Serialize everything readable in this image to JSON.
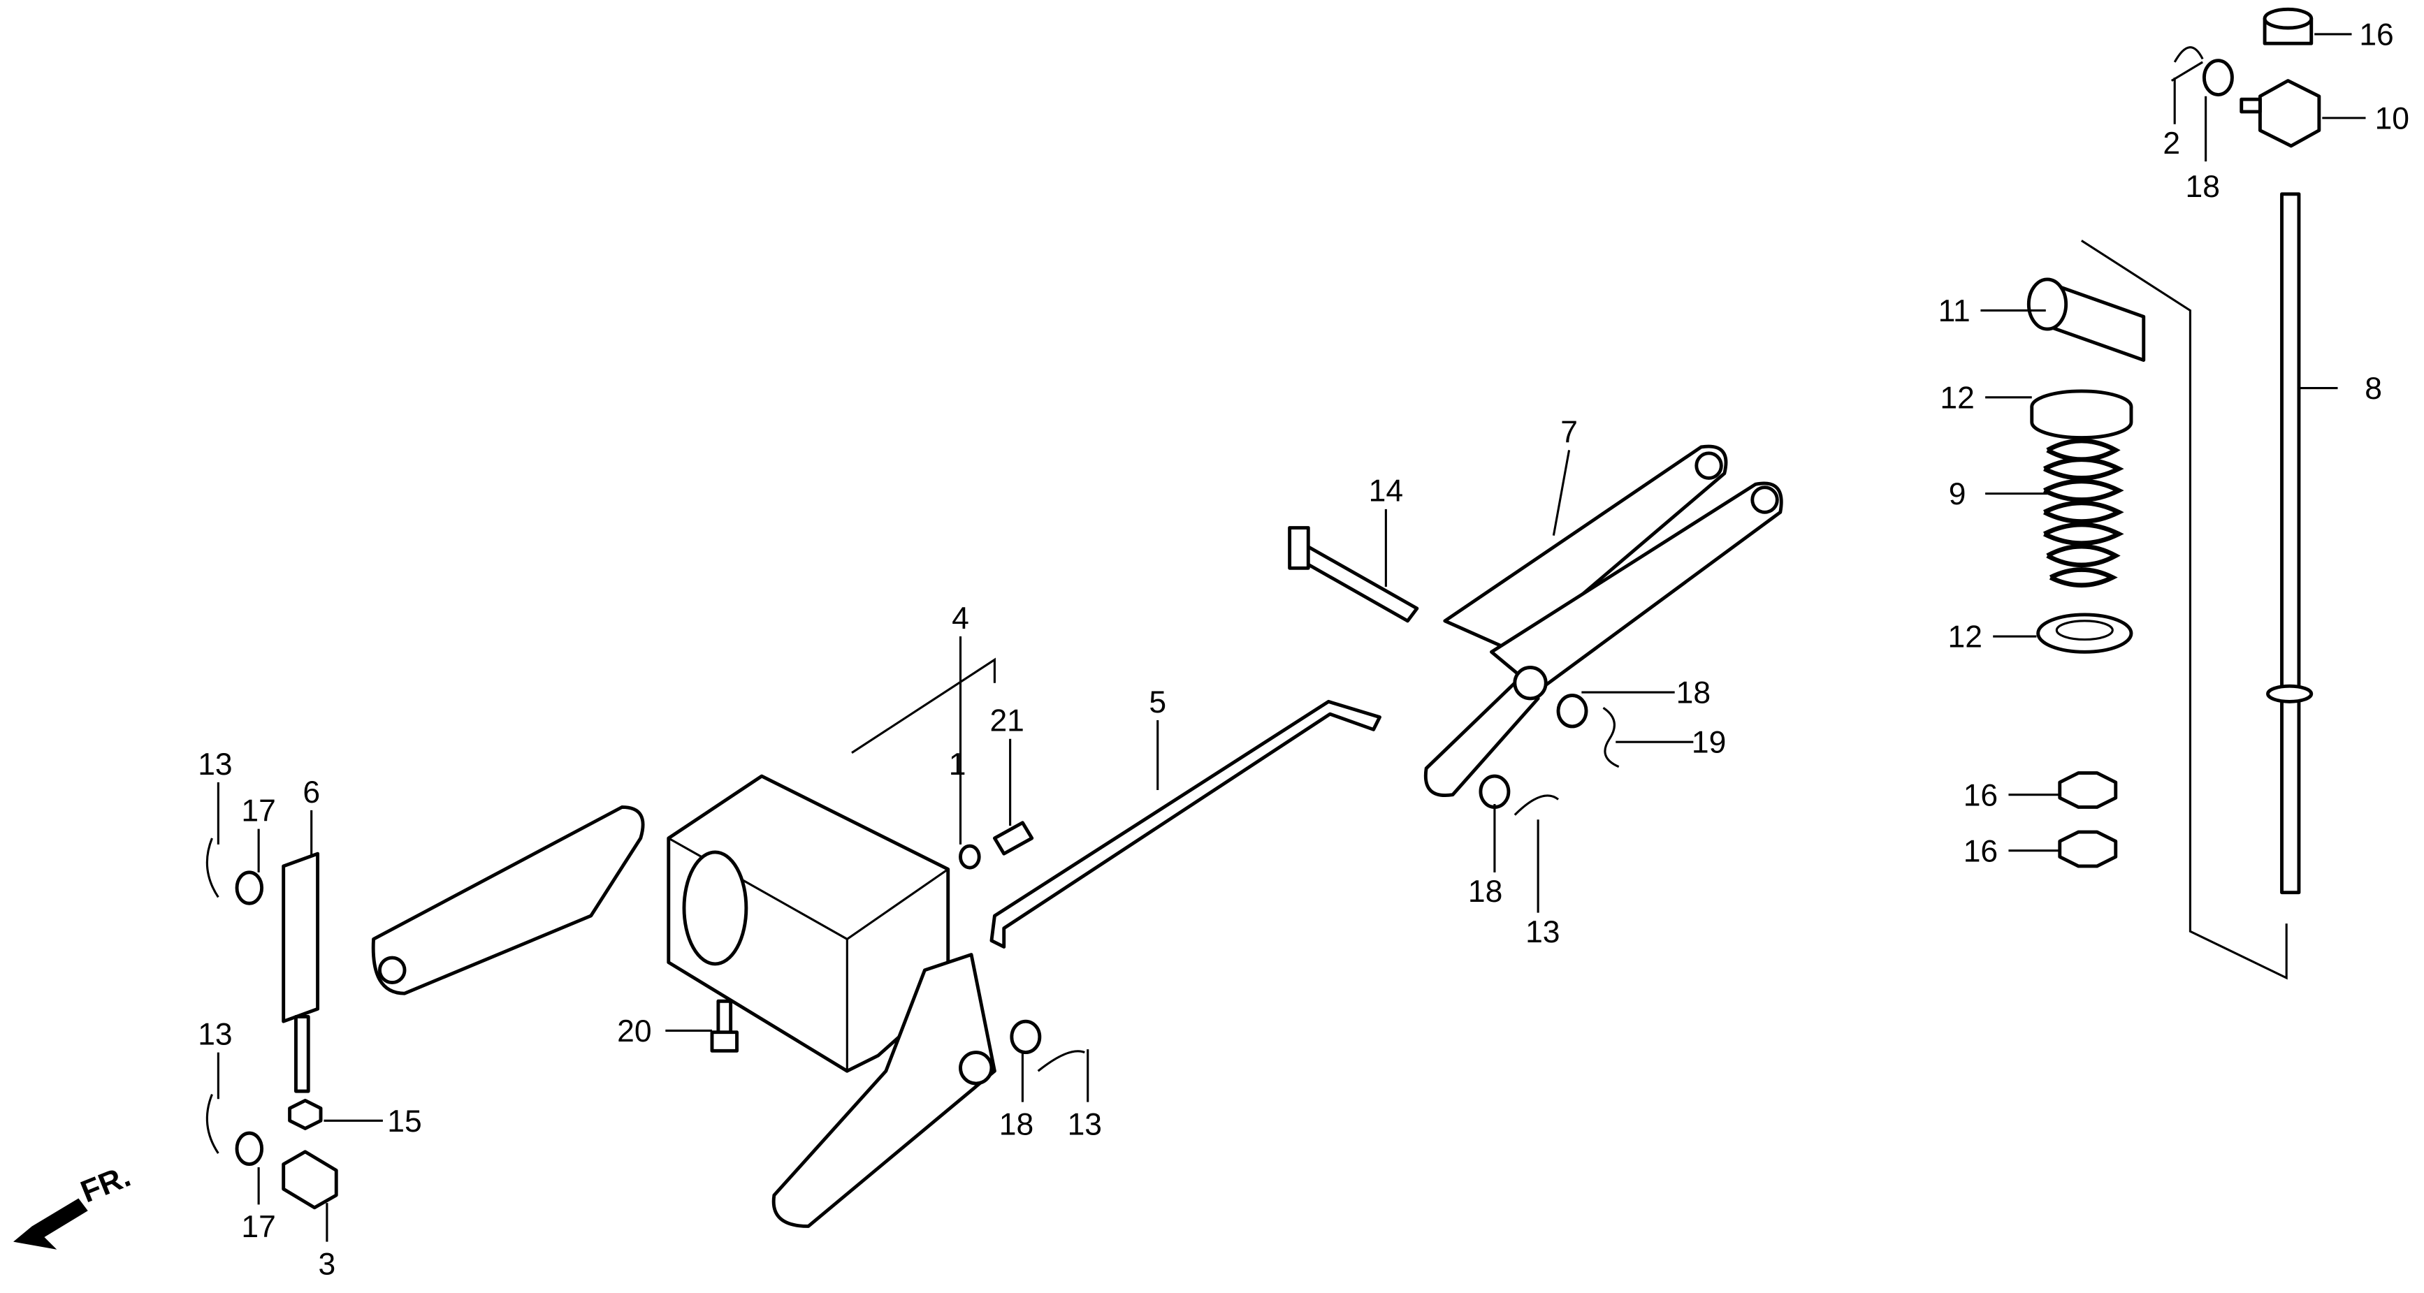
{
  "diagram": {
    "front_indicator": "FR.",
    "callouts": [
      "16",
      "10",
      "2",
      "18",
      "11",
      "8",
      "12",
      "9",
      "12",
      "16",
      "16",
      "7",
      "14",
      "18",
      "19",
      "18",
      "13",
      "4",
      "21",
      "1",
      "5",
      "13",
      "17",
      "6",
      "13",
      "20",
      "15",
      "17",
      "3",
      "18",
      "13"
    ]
  }
}
